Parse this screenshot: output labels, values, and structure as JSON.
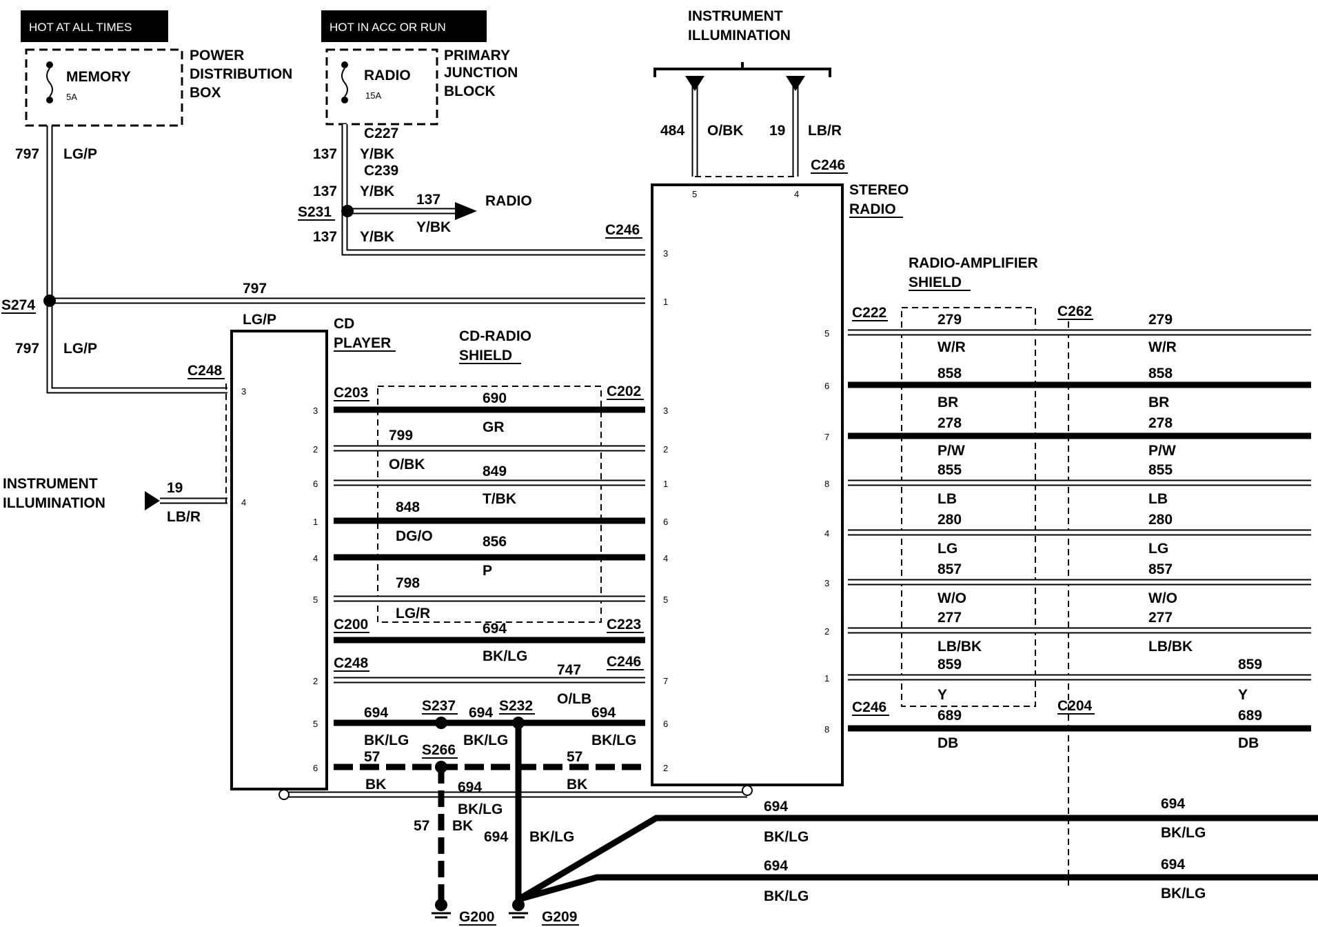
{
  "power": {
    "hot_always": "HOT AT ALL TIMES",
    "hot_acc_run": "HOT IN ACC OR RUN",
    "memory_fuse": "MEMORY",
    "memory_amp": "5A",
    "pdb_1": "POWER",
    "pdb_2": "DISTRIBUTION",
    "pdb_3": "BOX",
    "radio_fuse": "RADIO",
    "radio_amp": "15A",
    "pjb_1": "PRIMARY",
    "pjb_2": "JUNCTION",
    "pjb_3": "BLOCK"
  },
  "labels": {
    "instr_illum_1": "INSTRUMENT",
    "instr_illum_2": "ILLUMINATION",
    "stereo_1": "STEREO",
    "stereo_2": "RADIO",
    "cd_player_1": "CD",
    "cd_player_2": "PLAYER",
    "cd_shield_1": "CD-RADIO",
    "cd_shield_2": "SHIELD",
    "amp_shield_1": "RADIO-AMPLIFIER",
    "amp_shield_2": "SHIELD",
    "radio_arrow": "RADIO"
  },
  "circuits": {
    "c797": "797",
    "lgp": "LG/P",
    "c137": "137",
    "ybk": "Y/BK",
    "c484": "484",
    "obk": "O/BK",
    "c19": "19",
    "lbr": "LB/R",
    "c690": "690",
    "gr": "GR",
    "c799": "799",
    "c849": "849",
    "tbk": "T/BK",
    "c848": "848",
    "dgo": "DG/O",
    "c856": "856",
    "p": "P",
    "c798": "798",
    "lgr": "LG/R",
    "c694": "694",
    "bklg": "BK/LG",
    "c747": "747",
    "olb": "O/LB",
    "c57": "57",
    "bk": "BK",
    "c279": "279",
    "wr": "W/R",
    "c858": "858",
    "br": "BR",
    "c278": "278",
    "pw": "P/W",
    "c855": "855",
    "lb": "LB",
    "c280": "280",
    "lg": "LG",
    "c857": "857",
    "wo": "W/O",
    "c277": "277",
    "lbbk": "LB/BK",
    "c859": "859",
    "y": "Y",
    "c689": "689",
    "db": "DB"
  },
  "connectors": {
    "c227": "C227",
    "c239": "C239",
    "s231": "S231",
    "c246": "C246",
    "s274": "S274",
    "c248": "C248",
    "c203": "C203",
    "c202": "C202",
    "c200": "C200",
    "c223": "C223",
    "s237": "S237",
    "s232": "S232",
    "s266": "S266",
    "c222": "C222",
    "c262": "C262",
    "c204": "C204",
    "g200": "G200",
    "g209": "G209"
  },
  "pins": {
    "n1": "1",
    "n2": "2",
    "n3": "3",
    "n4": "4",
    "n5": "5",
    "n6": "6",
    "n7": "7",
    "n8": "8"
  }
}
